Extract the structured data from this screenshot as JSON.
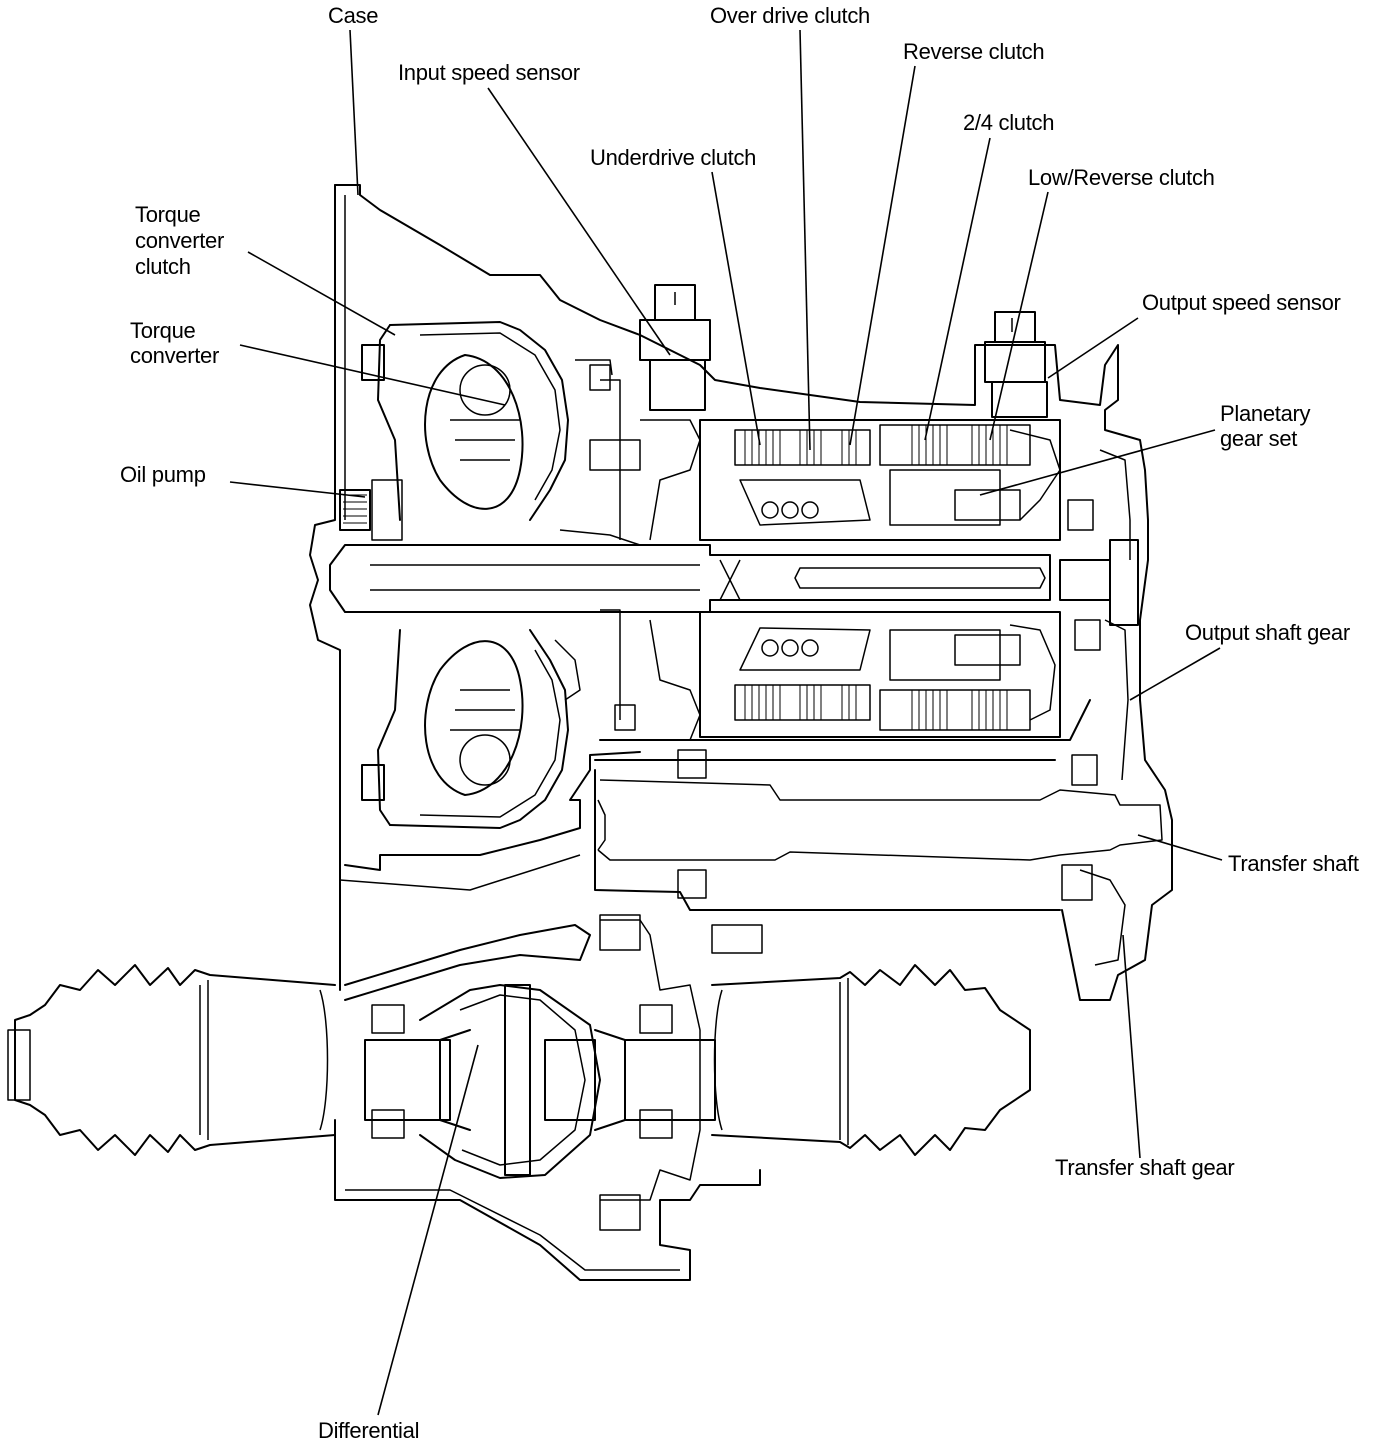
{
  "diagram": {
    "labels": {
      "case": "Case",
      "over_drive_clutch": "Over drive clutch",
      "reverse_clutch": "Reverse clutch",
      "input_speed_sensor": "Input speed sensor",
      "two_four_clutch": "2/4 clutch",
      "underdrive_clutch": "Underdrive clutch",
      "low_reverse_clutch": "Low/Reverse clutch",
      "torque_converter_clutch": [
        "Torque",
        "converter",
        "clutch"
      ],
      "output_speed_sensor": "Output speed sensor",
      "torque_converter": [
        "Torque",
        "converter"
      ],
      "planetary_gear_set": [
        "Planetary",
        "gear set"
      ],
      "oil_pump": "Oil pump",
      "output_shaft_gear": "Output shaft gear",
      "transfer_shaft": "Transfer shaft",
      "transfer_shaft_gear": "Transfer shaft gear",
      "differential": "Differential"
    }
  }
}
